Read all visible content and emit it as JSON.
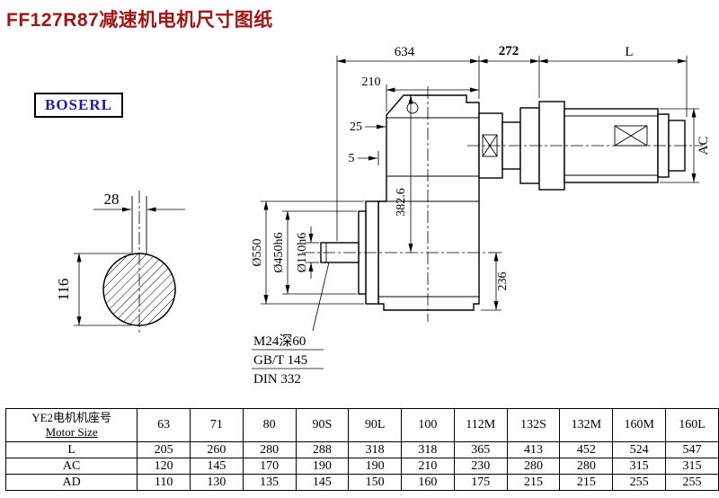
{
  "title": "FF127R87减速机电机尺寸图纸",
  "logo": "BOSERL",
  "drawing": {
    "dims": {
      "top_634": "634",
      "top_272": "272",
      "top_L": "L",
      "d210": "210",
      "d25": "25",
      "d5": "5",
      "d28": "28",
      "d116": "116",
      "dia550": "Ø550",
      "dia450": "Ø450h6",
      "dia110": "Ø110h6",
      "d382_6": "382.6",
      "d236": "236",
      "dAC": "AC"
    },
    "notes": [
      "M24深60",
      "GB/T 145",
      "DIN 332"
    ]
  },
  "table": {
    "header_cn": "YE2电机机座号",
    "header_en": "Motor Size",
    "sizes": [
      "63",
      "71",
      "80",
      "90S",
      "90L",
      "100",
      "112M",
      "132S",
      "132M",
      "160M",
      "160L"
    ],
    "rows": [
      {
        "label": "L",
        "values": [
          "205",
          "260",
          "280",
          "288",
          "318",
          "318",
          "365",
          "413",
          "452",
          "524",
          "547"
        ]
      },
      {
        "label": "AC",
        "values": [
          "120",
          "145",
          "170",
          "190",
          "190",
          "210",
          "230",
          "280",
          "280",
          "315",
          "315"
        ]
      },
      {
        "label": "AD",
        "values": [
          "110",
          "130",
          "135",
          "145",
          "150",
          "160",
          "175",
          "215",
          "215",
          "255",
          "255"
        ]
      }
    ]
  },
  "colors": {
    "title": "#a31515",
    "logo_text": "#1c1ca8",
    "line": "#000000",
    "background": "#ffffff"
  }
}
